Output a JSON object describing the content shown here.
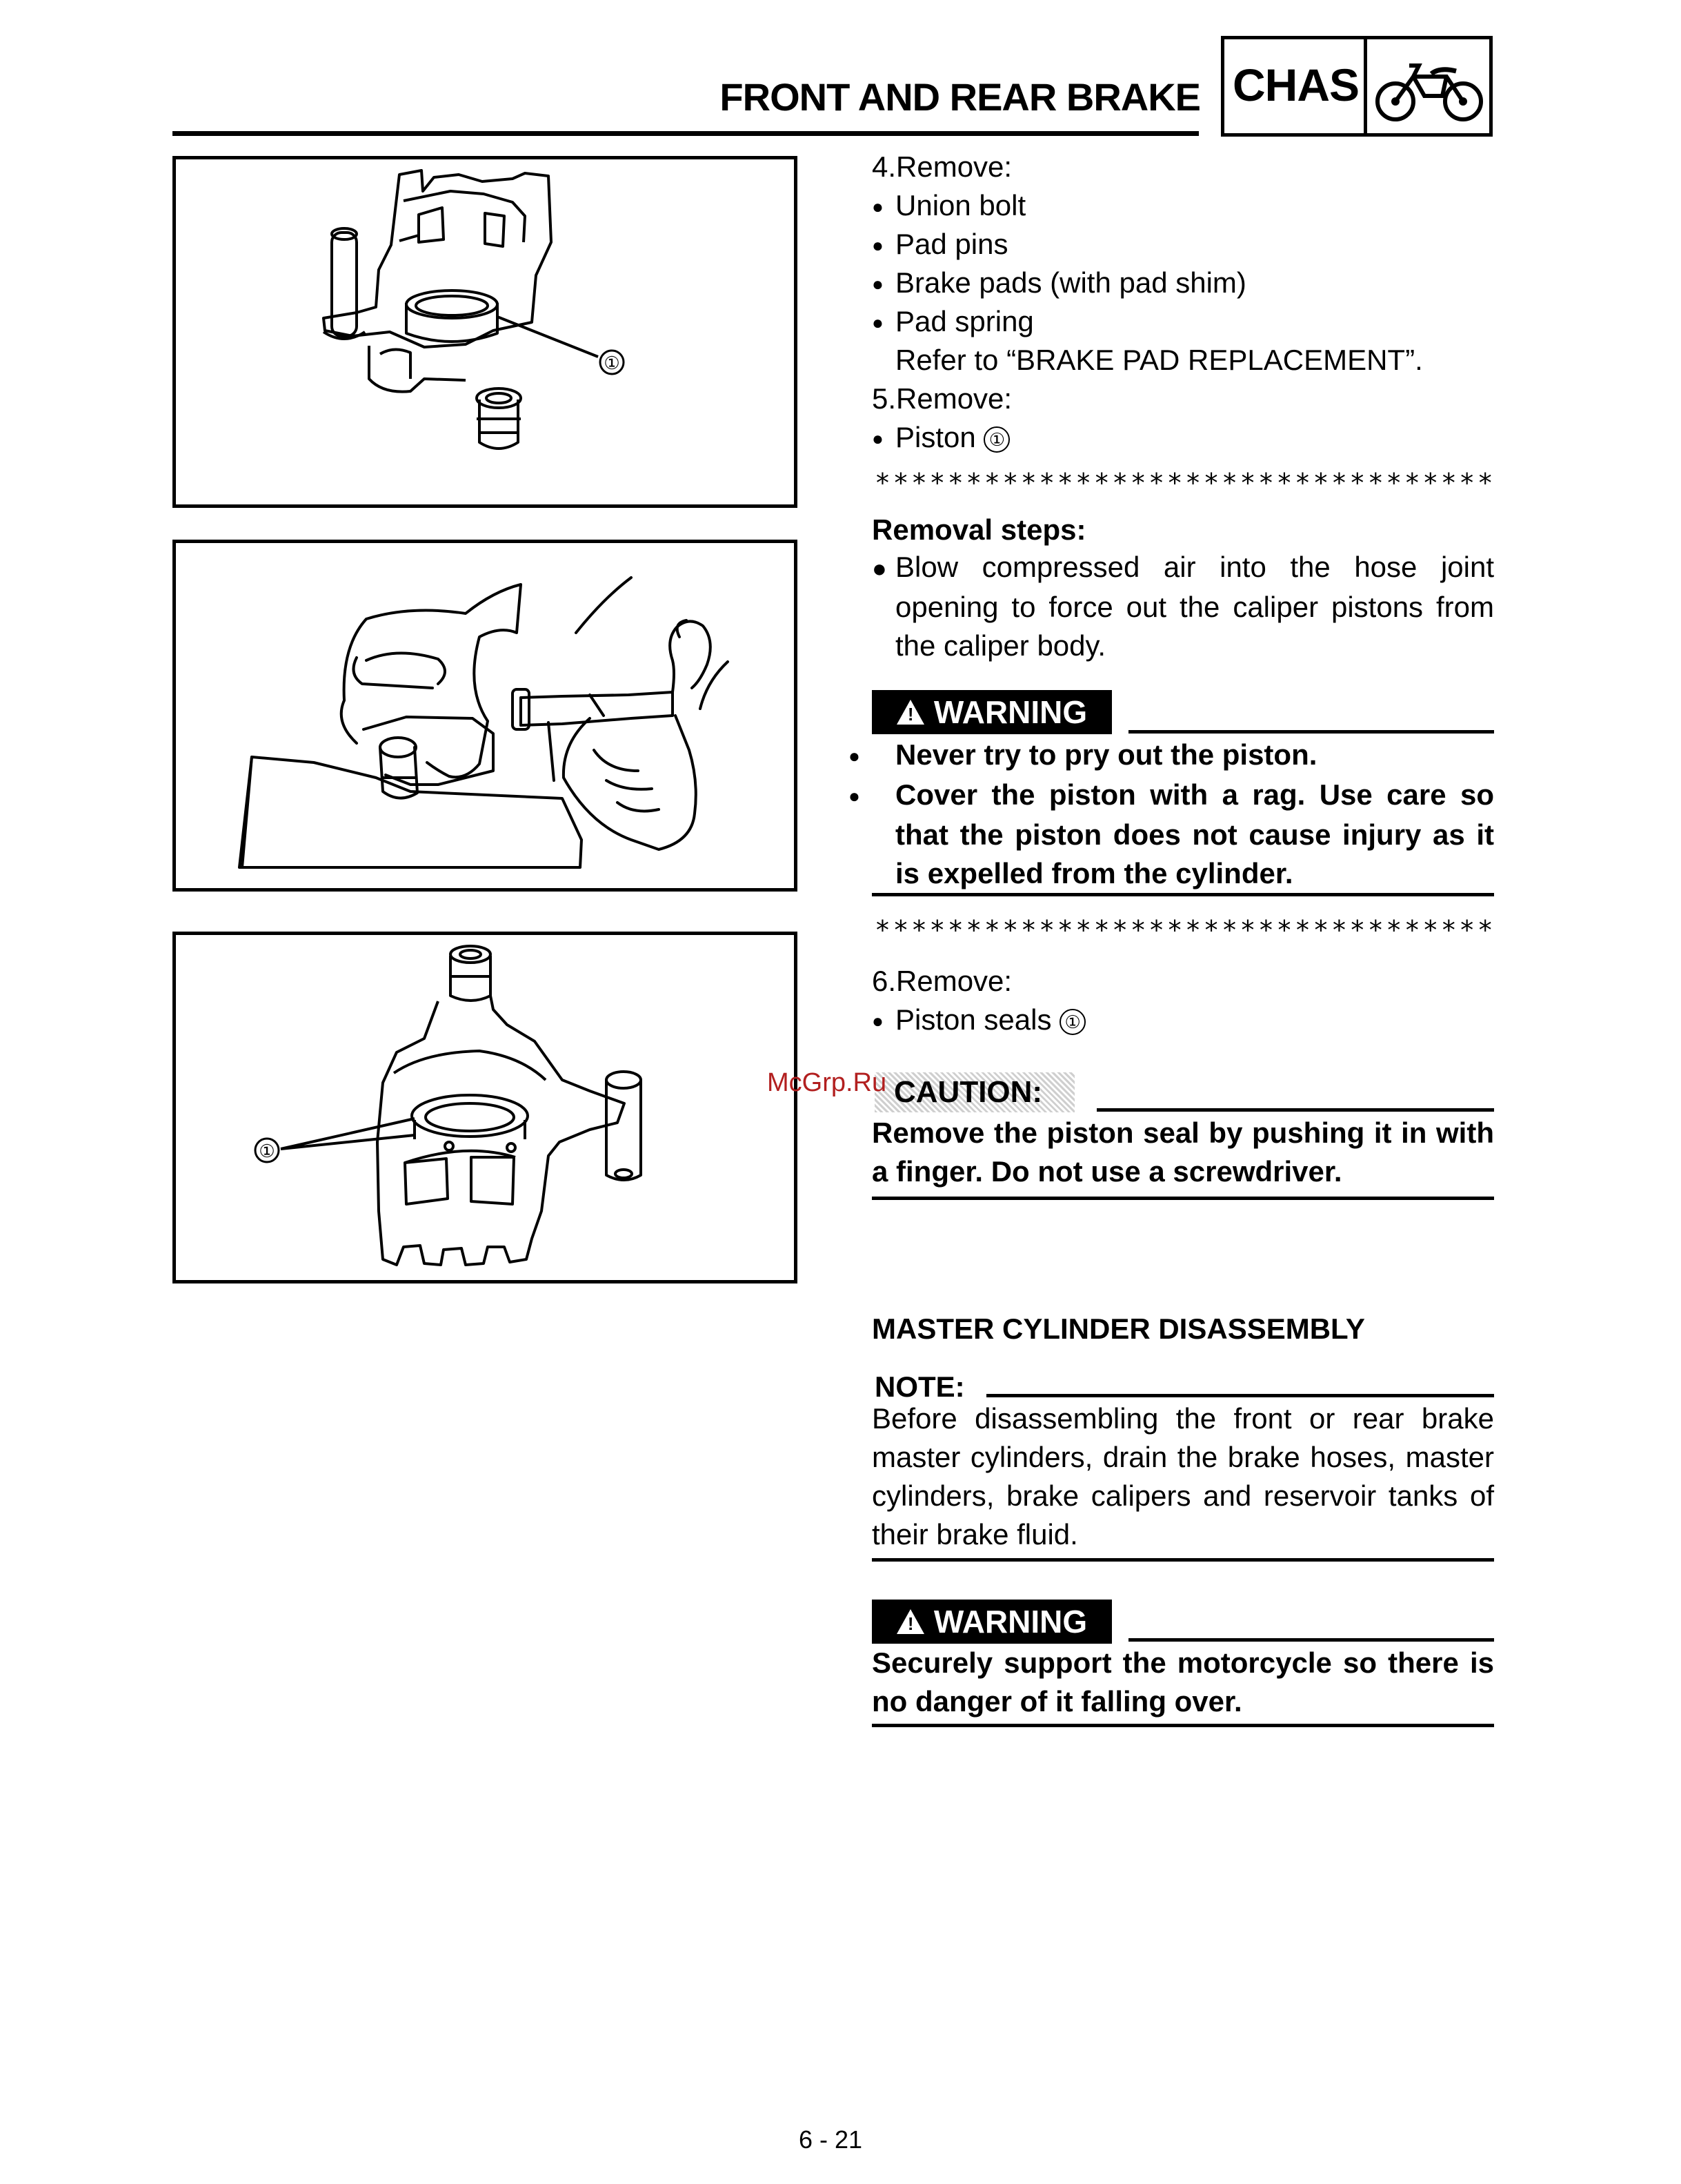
{
  "header": {
    "title": "FRONT AND REAR BRAKE",
    "section_code": "CHAS",
    "section_icon": "motorcycle-icon"
  },
  "figures": [
    {
      "callout": "①",
      "subject": "caliper-piston-removal-icon"
    },
    {
      "subject": "compressed-air-piston-removal-icon"
    },
    {
      "callout": "①",
      "subject": "piston-seal-icon"
    }
  ],
  "step4": {
    "label": "4.Remove:",
    "items": [
      "Union bolt",
      "Pad pins",
      "Brake pads (with pad shim)",
      "Pad spring"
    ],
    "refer": "Refer to “BRAKE PAD REPLACEMENT”."
  },
  "step5": {
    "label": "5.Remove:",
    "item": "Piston",
    "callout": "①"
  },
  "stars": "**********************************",
  "removal": {
    "heading": "Removal steps:",
    "text": "Blow compressed air into the hose joint opening to force out the caliper pistons from the caliper body."
  },
  "warning1": {
    "label": "WARNING",
    "items": [
      "Never try to pry out the piston.",
      "Cover the piston with a rag. Use care so that the piston does not cause injury as it is expelled from the cylinder."
    ]
  },
  "step6": {
    "label": "6.Remove:",
    "item": "Piston seals",
    "callout": "①"
  },
  "caution": {
    "label": "CAUTION:",
    "text": "Remove the piston seal by pushing it in with a finger. Do not use a screwdriver."
  },
  "master": {
    "heading": "MASTER CYLINDER DISASSEMBLY",
    "note_label": "NOTE:",
    "note_text": "Before disassembling the front or rear brake master cylinders, drain the brake hoses, master cylinders, brake calipers and reservoir tanks of their brake fluid."
  },
  "warning2": {
    "label": "WARNING",
    "text": "Securely support the motorcycle so there is no danger of it falling over."
  },
  "watermark": "McGrp.Ru",
  "page_number": "6 - 21"
}
